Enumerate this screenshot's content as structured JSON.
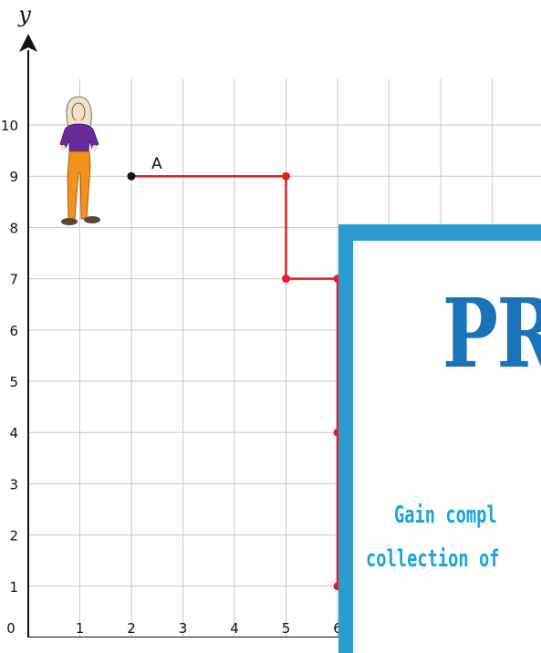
{
  "axis": {
    "y_label": "y",
    "x_ticks": [
      "0",
      "1",
      "2",
      "3",
      "4",
      "5",
      "6"
    ],
    "y_ticks": [
      "1",
      "2",
      "3",
      "4",
      "5",
      "6",
      "7",
      "8",
      "9",
      "10"
    ]
  },
  "point": {
    "label": "A",
    "x": 2,
    "y": 9
  },
  "path": [
    [
      2,
      9
    ],
    [
      5,
      9
    ],
    [
      5,
      7
    ],
    [
      6,
      7
    ],
    [
      6,
      4
    ],
    [
      6,
      1
    ]
  ],
  "path_color": "#e31e24",
  "figure_icon": "woman-standing",
  "promo": {
    "title": "PR",
    "line1": "Gain compl",
    "line2": "collection of",
    "border_color": "#2b9bd0",
    "title_color": "#1a73b9",
    "text_color": "#1ba3de"
  }
}
